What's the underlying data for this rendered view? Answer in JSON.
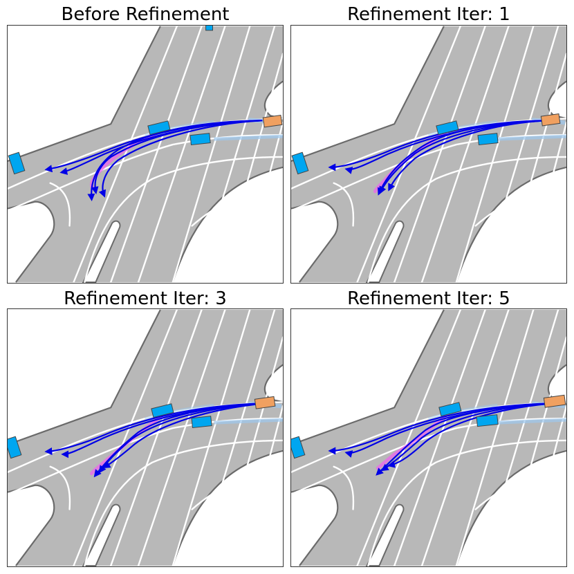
{
  "figure": {
    "panels": [
      {
        "title": "Before Refinement"
      },
      {
        "title": "Refinement Iter: 1"
      },
      {
        "title": "Refinement Iter: 3"
      },
      {
        "title": "Refinement Iter: 5"
      }
    ]
  },
  "colors": {
    "road": "#b8b8b8",
    "road_edge": "#6a6a6a",
    "lane_line": "#ffffff",
    "ego_vehicle": "#f0a060",
    "other_vehicle": "#00a6f0",
    "prediction": "#0000e6",
    "ground_truth": "#ee66ee",
    "history": "#9cc8ee"
  }
}
